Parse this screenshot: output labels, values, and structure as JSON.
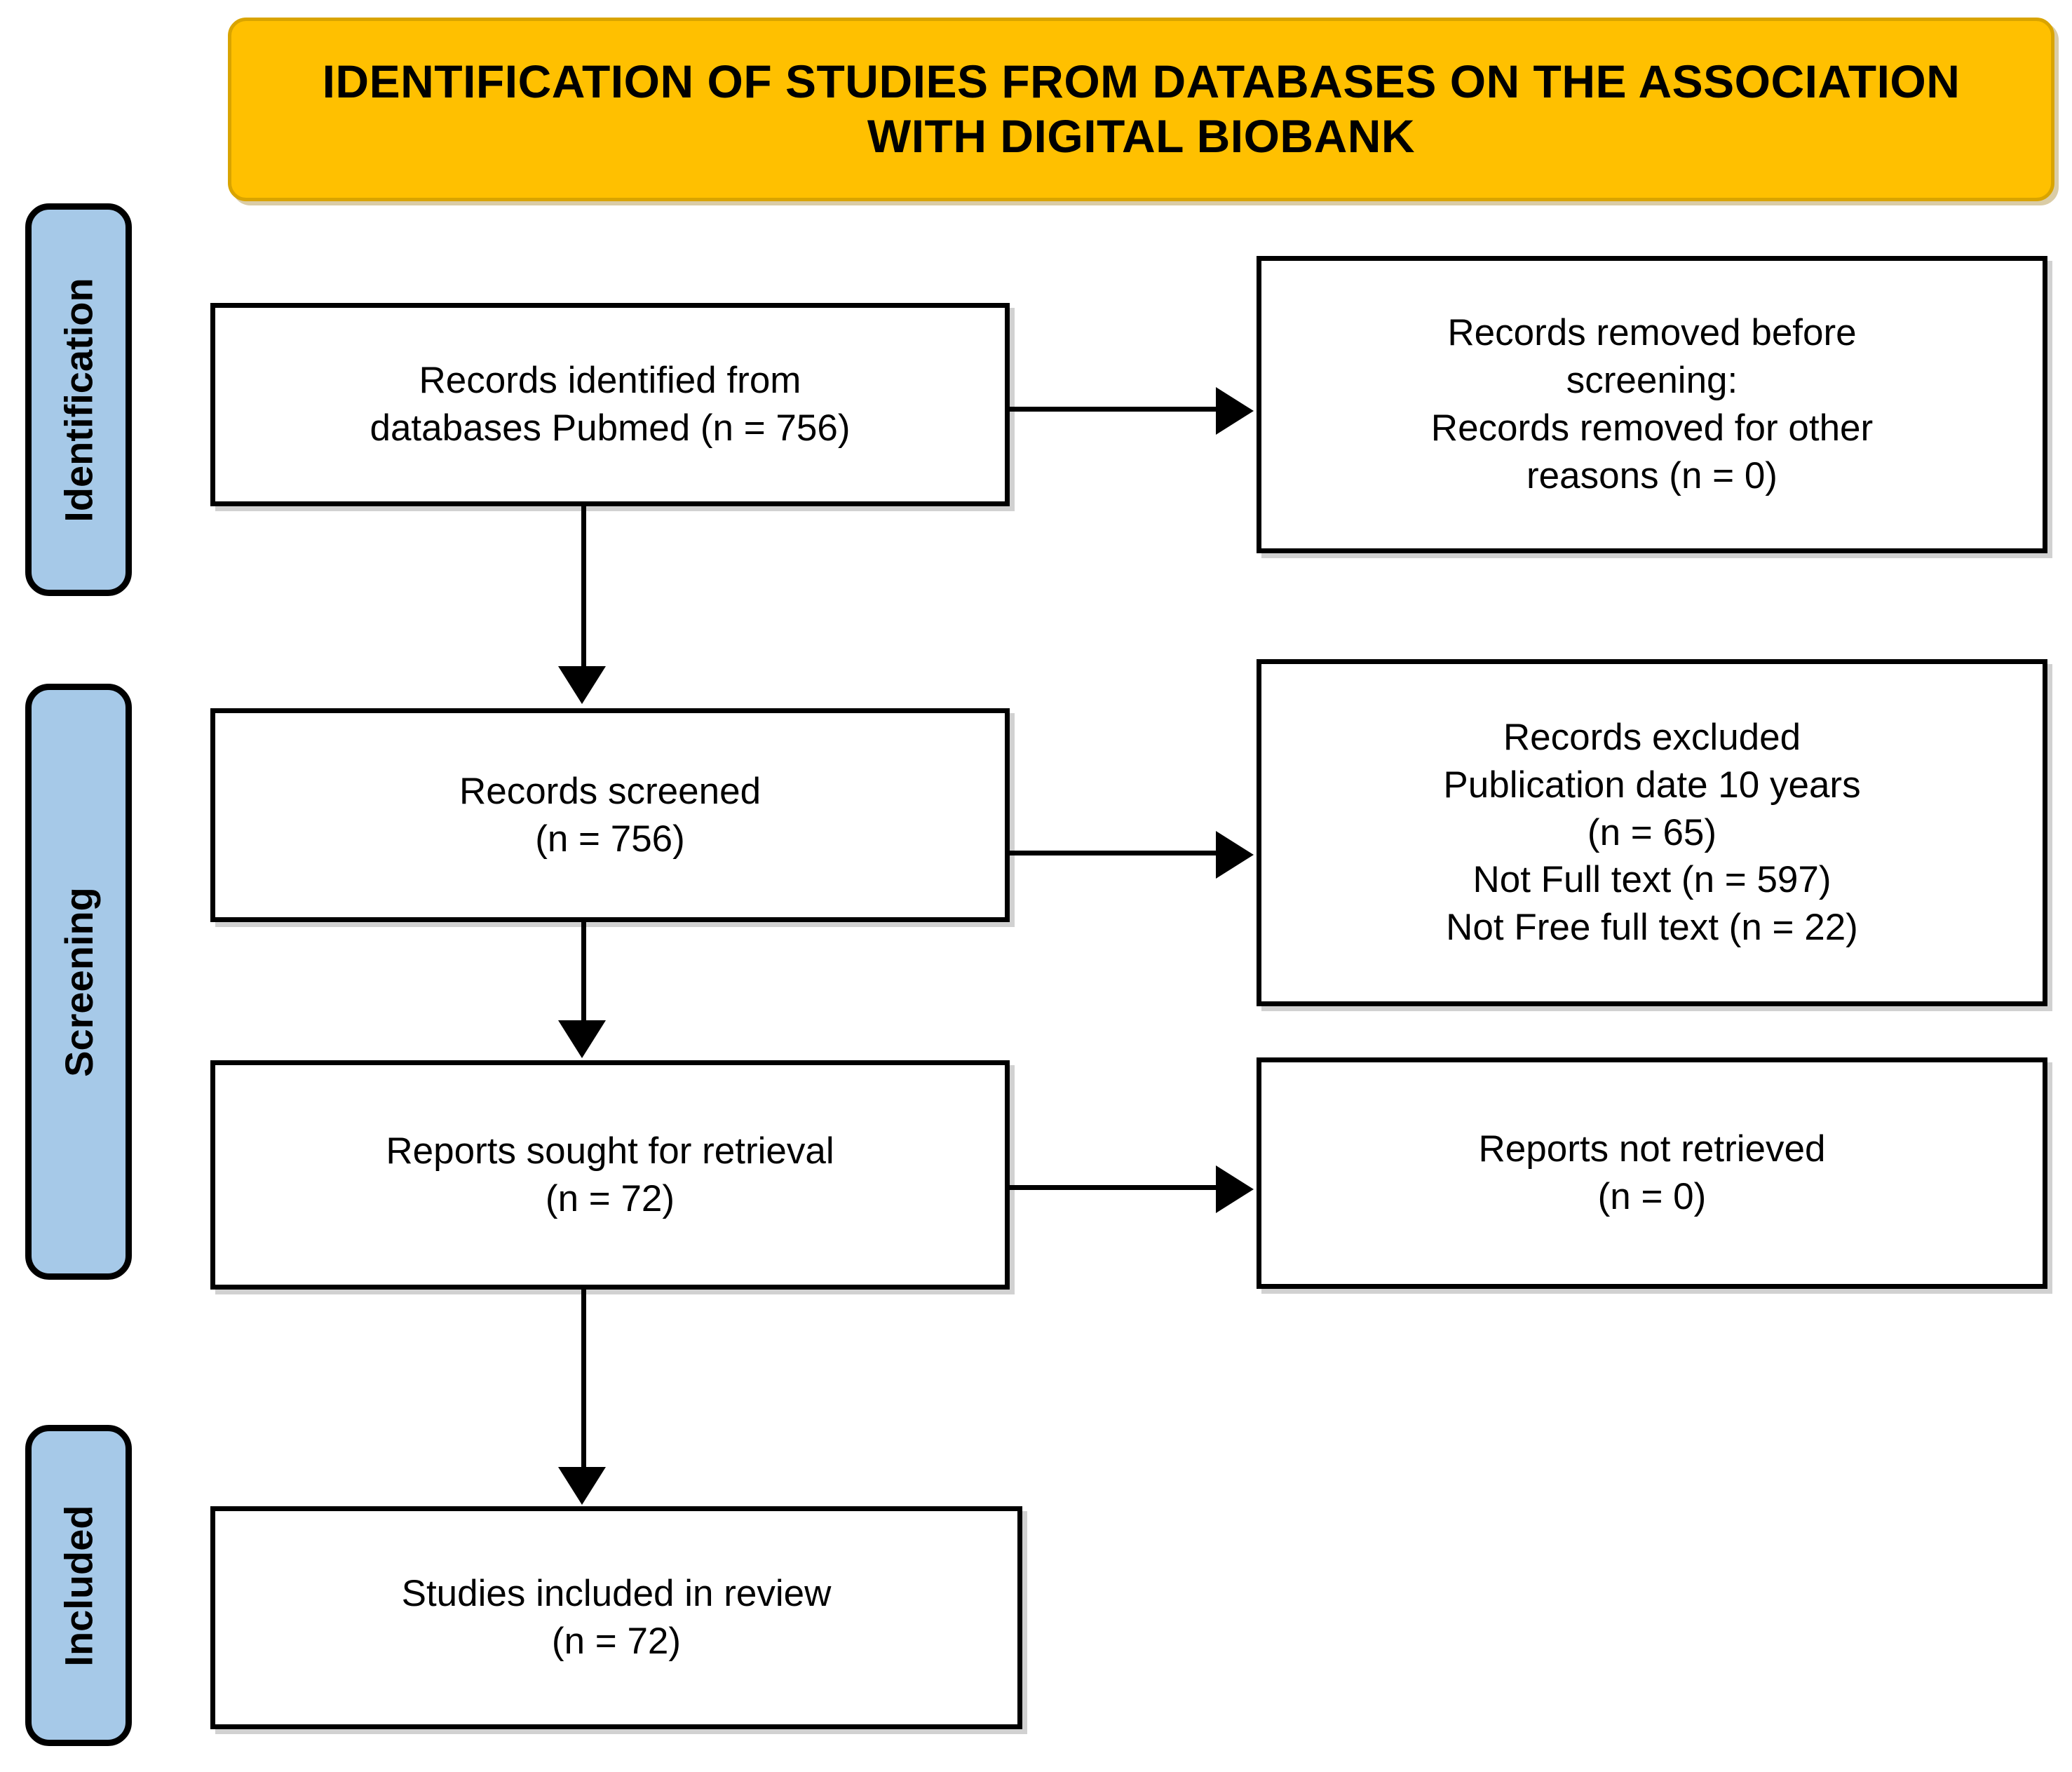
{
  "header": {
    "title": "IDENTIFICATION OF STUDIES FROM DATABASES ON THE ASSOCIATION WITH DIGITAL BIOBANK",
    "background_color": "#ffc000"
  },
  "stages": {
    "background_color": "#a6c9e8",
    "items": [
      {
        "key": "identification",
        "label": "Identification"
      },
      {
        "key": "screening",
        "label": "Screening"
      },
      {
        "key": "included",
        "label": "Included"
      }
    ]
  },
  "flow": {
    "identified": {
      "text": "Records identified from\ndatabases Pubmed (n = 756)",
      "count_label": "n = 756"
    },
    "removed_before_screening": {
      "text": "Records removed before\nscreening:\nRecords removed for other\nreasons (n = 0)",
      "count_label": "n = 0"
    },
    "screened": {
      "text": "Records screened\n(n = 756)",
      "count_label": "n = 756"
    },
    "excluded": {
      "text": "Records excluded\nPublication date 10 years\n(n = 65)\nNot Full text (n = 597)\nNot Free full text (n = 22)",
      "reasons": [
        {
          "label": "Publication date 10 years",
          "count_label": "n = 65"
        },
        {
          "label": "Not Full text",
          "count_label": "n = 597"
        },
        {
          "label": "Not Free full text",
          "count_label": "n = 22"
        }
      ]
    },
    "sought_for_retrieval": {
      "text": "Reports sought for retrieval\n(n = 72)",
      "count_label": "n = 72"
    },
    "not_retrieved": {
      "text": "Reports not retrieved\n(n = 0)",
      "count_label": "n = 0"
    },
    "included_in_review": {
      "text": "Studies included in review\n(n = 72)",
      "count_label": "n = 72"
    }
  }
}
